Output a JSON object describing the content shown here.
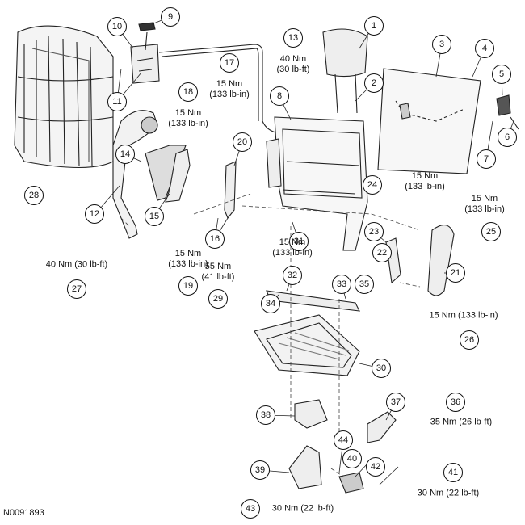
{
  "figure_id": "N0091893",
  "callouts": [
    "1",
    "2",
    "3",
    "4",
    "5",
    "6",
    "7",
    "8",
    "9",
    "10",
    "11",
    "12",
    "13",
    "14",
    "15",
    "16",
    "17",
    "18",
    "19",
    "20",
    "21",
    "22",
    "23",
    "24",
    "25",
    "26",
    "27",
    "28",
    "29",
    "30",
    "31",
    "32",
    "33",
    "34",
    "35",
    "36",
    "37",
    "38",
    "39",
    "40",
    "41",
    "42",
    "43",
    "44"
  ],
  "torque_specs": {
    "t13": [
      "40 Nm",
      "(30 lb-ft)"
    ],
    "t17": [
      "15 Nm",
      "(133 lb-in)"
    ],
    "t18": [
      "15 Nm",
      "(133 lb-in)"
    ],
    "t19": [
      "15 Nm",
      "(133 lb-in)"
    ],
    "t24": [
      "15 Nm",
      "(133 lb-in)"
    ],
    "t25": [
      "15 Nm",
      "(133 lb-in)"
    ],
    "t26": "15 Nm (133 lb-in)",
    "t27": "40 Nm (30 lb-ft)",
    "t29": [
      "55 Nm",
      "(41 lb-ft)"
    ],
    "t32": [
      "15 Nm",
      "(133 lb-in)"
    ],
    "t36": "35 Nm (26 lb-ft)",
    "t41": "30 Nm (22 lb-ft)",
    "t43": "30 Nm (22 lb-ft)"
  }
}
